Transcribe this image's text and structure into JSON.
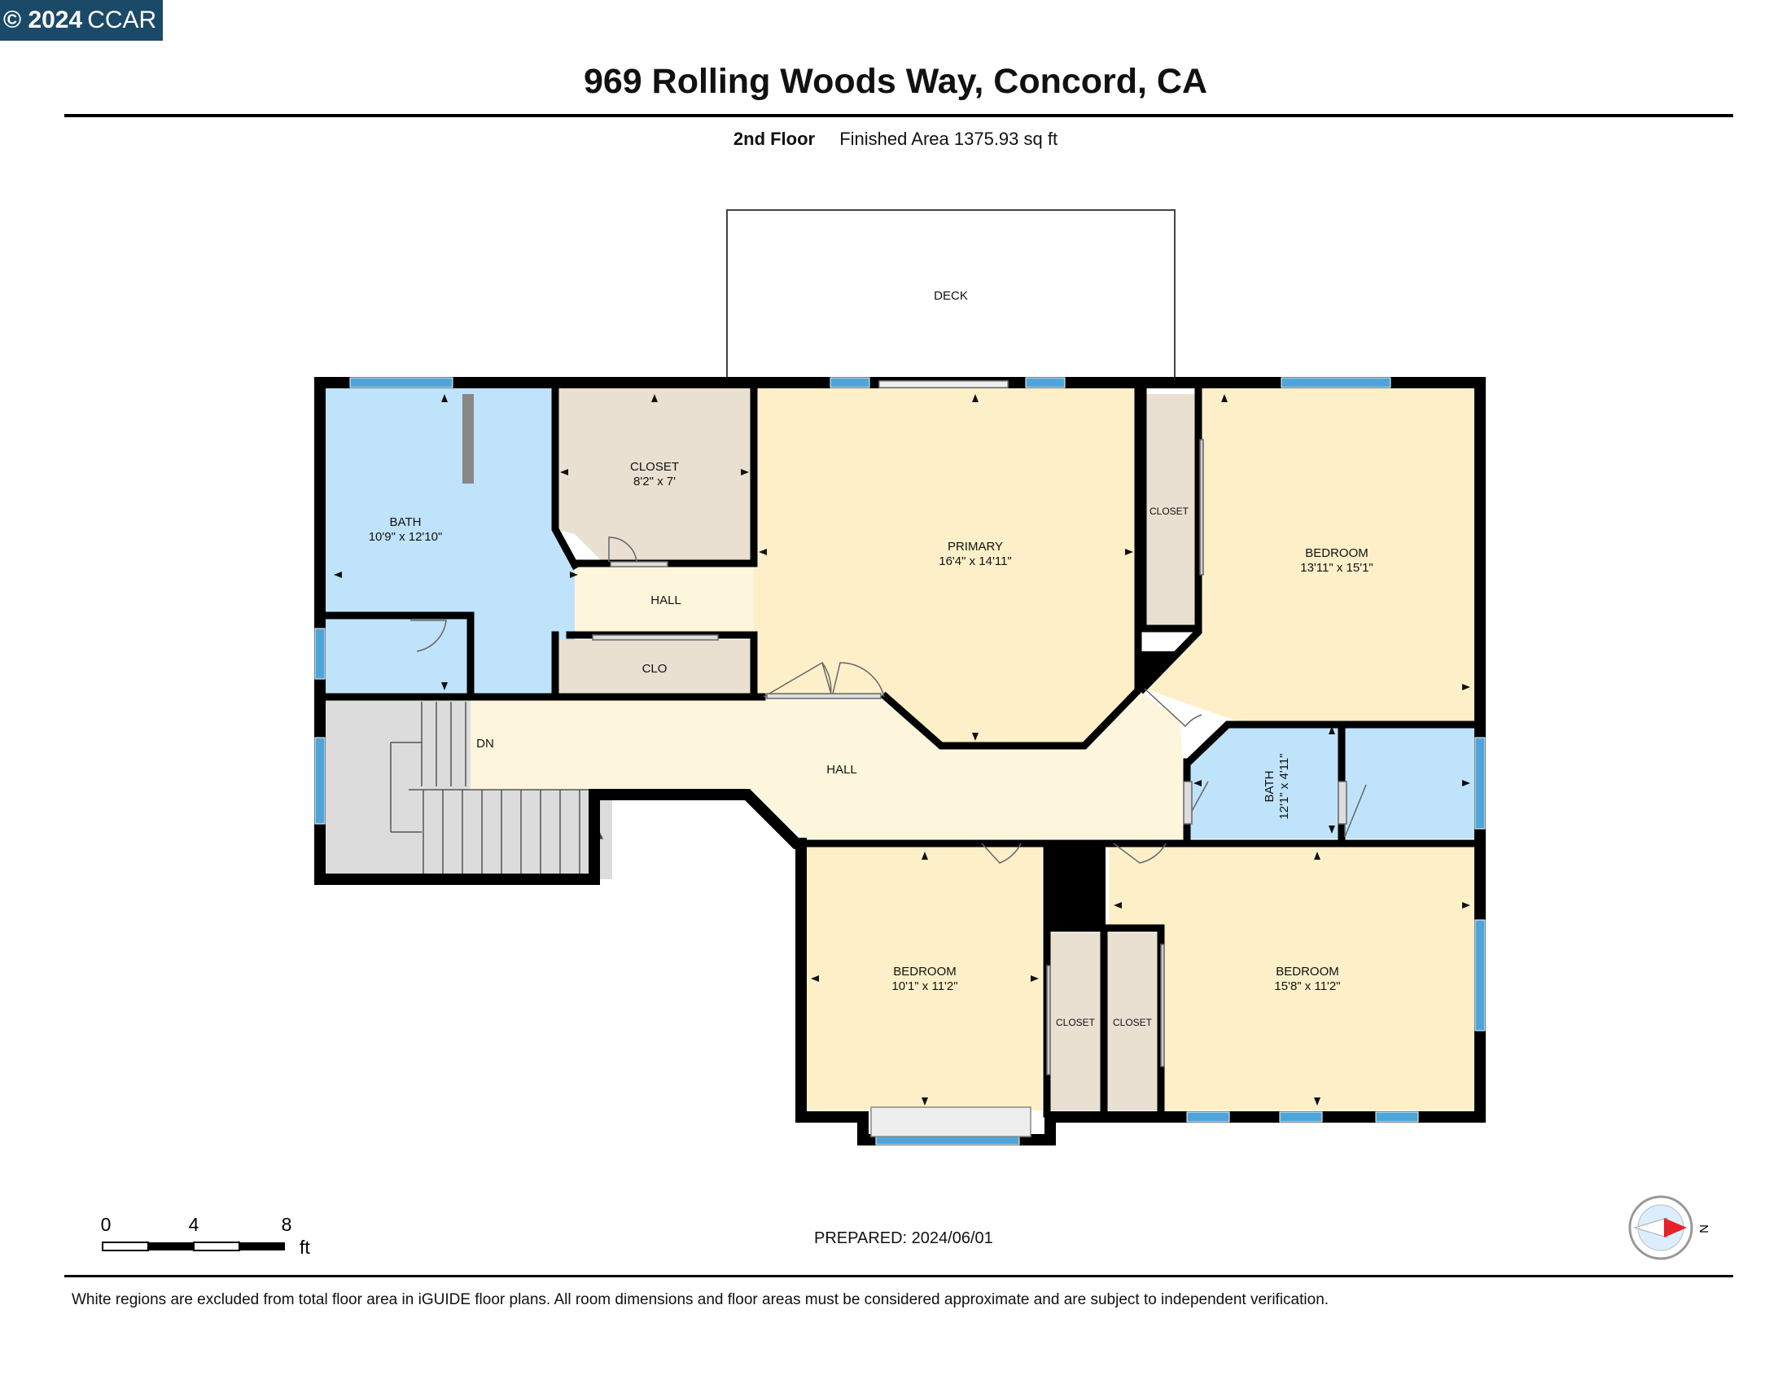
{
  "badge": {
    "year": "© 2024",
    "org": "CCAR"
  },
  "title": "969 Rolling Woods Way, Concord, CA",
  "floor": {
    "name": "2nd Floor",
    "area": "Finished Area 1375.93 sq ft"
  },
  "rooms": {
    "deck": {
      "name": "DECK"
    },
    "bath_main": {
      "name": "BATH",
      "dims": "10'9\" x 12'10\""
    },
    "closet_main": {
      "name": "CLOSET",
      "dims": "8'2\" x 7'"
    },
    "hall_upper": {
      "name": "HALL"
    },
    "clo": {
      "name": "CLO"
    },
    "primary": {
      "name": "PRIMARY",
      "dims": "16'4\" x 14'11\""
    },
    "closet_ne": {
      "name": "CLOSET"
    },
    "bedroom_ne": {
      "name": "BEDROOM",
      "dims": "13'11\" x 15'1\""
    },
    "hall_main": {
      "name": "HALL"
    },
    "stairs": {
      "label": "DN"
    },
    "bath_small": {
      "name": "BATH",
      "dims": "12'1\" x 4'11\""
    },
    "bedroom_sw": {
      "name": "BEDROOM",
      "dims": "10'1\" x 11'2\""
    },
    "bedroom_se": {
      "name": "BEDROOM",
      "dims": "15'8\" x 11'2\""
    },
    "closet_s1": {
      "name": "CLOSET"
    },
    "closet_s2": {
      "name": "CLOSET"
    }
  },
  "scale_bar": {
    "labels": [
      "0",
      "4",
      "8"
    ],
    "unit": "ft"
  },
  "compass": {
    "label": "N"
  },
  "prepared": "PREPARED: 2024/06/01",
  "disclaimer": "White regions are excluded from total floor area in iGUIDE floor plans. All room dimensions and floor areas must be considered approximate and are subject to independent verification.",
  "colors": {
    "bath": "#bfe3fa",
    "bedroom": "#fdf0c9",
    "hall": "#fdf6dc",
    "closet": "#e9e0d2",
    "stairs": "#dcdcdc",
    "wall": "#000000",
    "window": "#4ea5d9",
    "badge": "#1b4a68"
  }
}
